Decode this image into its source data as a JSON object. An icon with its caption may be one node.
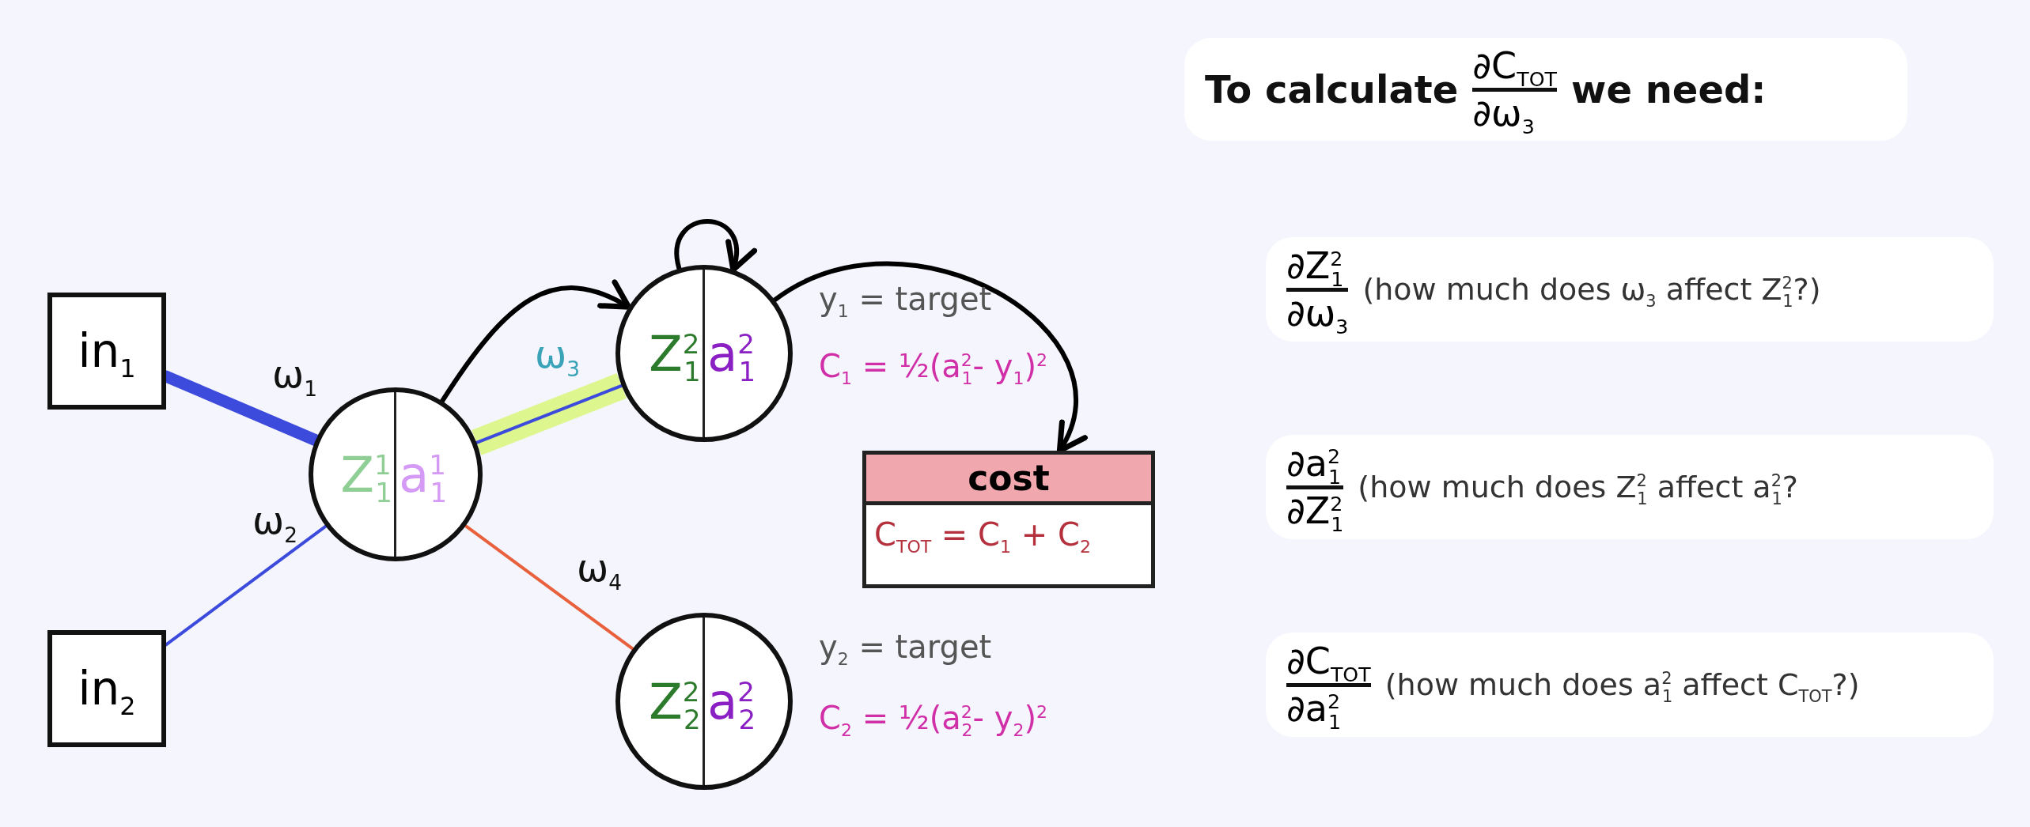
{
  "diagram": {
    "nodes": [
      {
        "text": [
          "in$_{1}$"
        ]
      },
      {
        "text": [
          "in$_{2}$"
        ]
      },
      {
        "text": [
          "Z$^{1}$$_{1}$",
          "a$^{1}$$_{1}$"
        ]
      },
      {
        "text": [
          "Z$^{2}$$_{1}$",
          "a$^{2}$$_{1}$"
        ],
        "beside": [
          "y$_{1}$ = target",
          "C$_{1}$ = ½(a$^{2}$$_{1}$- y$_{1}$)$^{2}$"
        ]
      },
      {
        "text": [
          "Z$^{2}$$_{2}$",
          "a$^{2}$$_{2}$"
        ],
        "beside": [
          "y$_{2}$ = target",
          "C$_{2}$ = ½(a$^{2}$$_{2}$- y$_{2}$)$^{2}$"
        ]
      },
      {
        "text": [
          "cost",
          "C$_{TOT}$ = C$_{1}$ + C$_{2}$"
        ]
      },
      {
        "text": [
          "To calculate",
          "∂C$_{TOT}$",
          "∂ω$_{3}$",
          "we need:"
        ]
      },
      {
        "text": [
          "∂Z$^{2}$$_{1}$",
          "∂ω$_{3}$",
          "(how much does ω$_{3}$ affect Z$^{2}$$_{1}$?)"
        ]
      },
      {
        "text": [
          "∂a$^{2}$$_{1}$",
          "∂Z$^{2}$$_{1}$",
          "(how much does Z$^{2}$$_{1}$ affect a$^{2}$$_{1}$?"
        ]
      },
      {
        "text": [
          "∂C$_{TOT}$",
          "∂a$^{2}$$_{1}$",
          "(how much does a$^{2}$$_{1}$ affect C$_{TOT}$?)"
        ]
      }
    ],
    "edges": [
      {
        "from": 0,
        "to": 2,
        "arrow": "none",
        "label": "ω$_{1}$",
        "style": "thick"
      },
      {
        "from": 1,
        "to": 2,
        "arrow": "none",
        "label": "ω$_{2}$"
      },
      {
        "from": 2,
        "to": 3,
        "arrow": "none",
        "label": "ω$_{3}$"
      },
      {
        "from": 2,
        "to": 4,
        "arrow": "none",
        "label": "ω$_{4}$",
        "color": "#e8603c"
      },
      {
        "from": 2,
        "to": 3,
        "arrow": "to",
        "color": "#000000"
      },
      {
        "from": 3,
        "to": 3,
        "arrow": "to",
        "color": "#000000"
      },
      {
        "from": 3,
        "to": 5,
        "arrow": "to",
        "color": "#000000"
      }
    ]
  }
}
